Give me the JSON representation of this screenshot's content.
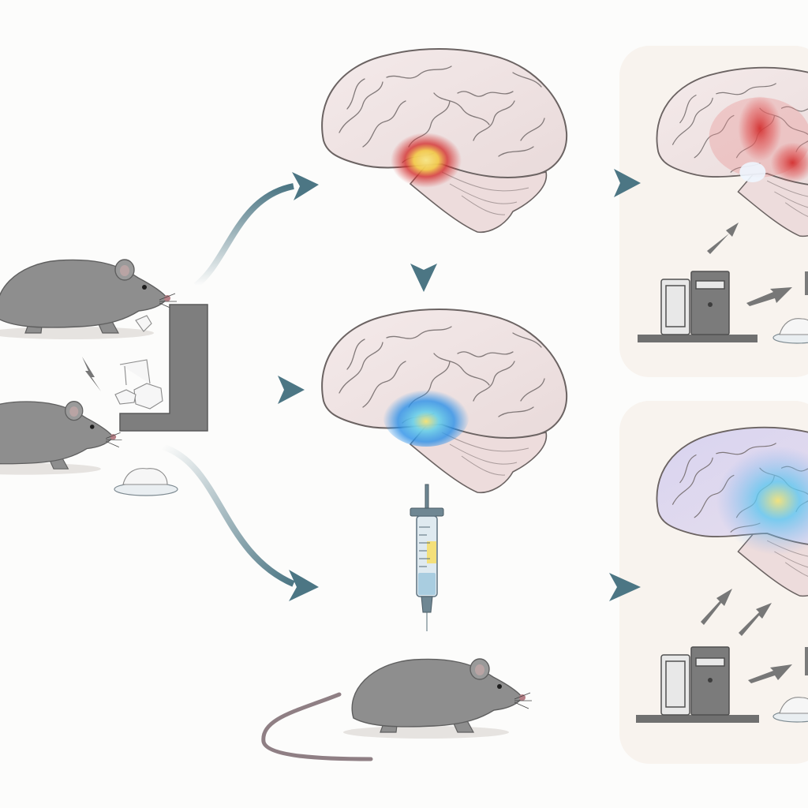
{
  "colors": {
    "background": "#fcfcfb",
    "panel": "#f8f3ee",
    "arrow": "#4c7684",
    "rat": "#8e8e8e",
    "brain": "#efe3e2",
    "activation_high": "#d32f2f",
    "activation_mid": "#f2c94c",
    "activation_low": "#2aa7e8"
  },
  "icons": {
    "rat": "rat-icon",
    "brain": "brain-icon",
    "syringe": "syringe-icon",
    "arrow": "arrow-icon",
    "food_dish": "food-dish-icon",
    "crystal": "crystal-icon",
    "lab_device": "lab-device-icon",
    "apparatus": "choice-apparatus-icon"
  },
  "activation": {
    "brain_top": "high",
    "brain_middle": "low",
    "brain_panel_top": "high",
    "brain_panel_bottom": "low"
  }
}
